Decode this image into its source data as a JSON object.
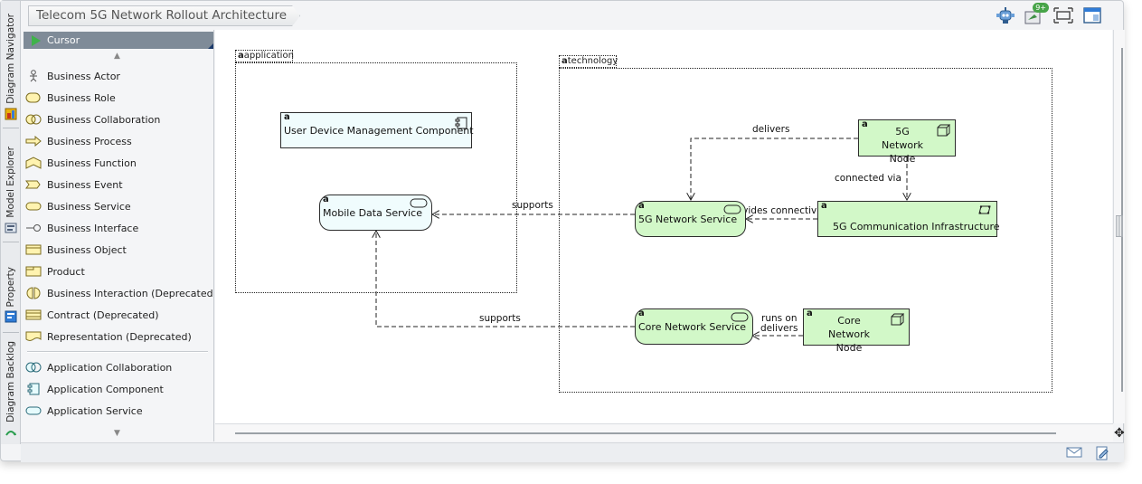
{
  "window": {
    "breadcrumb": "Telecom 5G Network Rollout Architecture"
  },
  "side_tabs": [
    {
      "label": "Diagram Navigator",
      "icon": "diagram-navigator-icon"
    },
    {
      "label": "Model Explorer",
      "icon": "model-explorer-icon"
    },
    {
      "label": "Property",
      "icon": "property-icon"
    },
    {
      "label": "Diagram Backlog",
      "icon": "diagram-backlog-icon"
    }
  ],
  "toolbar": {
    "icons": [
      "robot-assistant-icon",
      "notifications-icon",
      "fit-diagram-icon",
      "layout-panel-icon"
    ],
    "badge": "9+"
  },
  "palette": {
    "cursor_label": "Cursor",
    "business_items": [
      {
        "label": "Business Actor",
        "icon": "business-actor-icon"
      },
      {
        "label": "Business Role",
        "icon": "business-role-icon"
      },
      {
        "label": "Business Collaboration",
        "icon": "business-collaboration-icon"
      },
      {
        "label": "Business Process",
        "icon": "business-process-icon"
      },
      {
        "label": "Business Function",
        "icon": "business-function-icon"
      },
      {
        "label": "Business Event",
        "icon": "business-event-icon"
      },
      {
        "label": "Business Service",
        "icon": "business-service-icon"
      },
      {
        "label": "Business Interface",
        "icon": "business-interface-icon"
      },
      {
        "label": "Business Object",
        "icon": "business-object-icon"
      },
      {
        "label": "Product",
        "icon": "product-icon"
      },
      {
        "label": "Business Interaction (Deprecated)",
        "icon": "business-interaction-icon"
      },
      {
        "label": "Contract (Deprecated)",
        "icon": "contract-icon"
      },
      {
        "label": "Representation (Deprecated)",
        "icon": "representation-icon"
      }
    ],
    "application_items": [
      {
        "label": "Application Collaboration",
        "icon": "application-collaboration-icon"
      },
      {
        "label": "Application Component",
        "icon": "application-component-icon"
      },
      {
        "label": "Application Service",
        "icon": "application-service-icon"
      }
    ]
  },
  "diagram": {
    "packages": [
      {
        "label": "application"
      },
      {
        "label": "technology"
      }
    ],
    "elements": {
      "user_device": {
        "label": "User Device Management Component",
        "type": "application-component"
      },
      "mobile_data": {
        "label": "Mobile Data Service",
        "type": "application-service"
      },
      "network_5g_service": {
        "label": "5G Network Service",
        "type": "technology-service"
      },
      "node_5g": {
        "label": "5G Network Node",
        "type": "node"
      },
      "comm_infra": {
        "label": "5G Communication Infrastructure",
        "type": "communication-network"
      },
      "core_service": {
        "label": "Core Network Service",
        "type": "technology-service"
      },
      "core_node": {
        "label": "Core Network Node",
        "type": "node"
      }
    },
    "relationships": [
      {
        "label": "delivers"
      },
      {
        "label": "connected via"
      },
      {
        "label": "supports"
      },
      {
        "label": "provides connectivity to"
      },
      {
        "label": "supports"
      },
      {
        "label": "runs on"
      },
      {
        "label": "delivers"
      }
    ],
    "colors": {
      "application": "#f0fcfd",
      "technology": "#d2f8c8"
    }
  }
}
